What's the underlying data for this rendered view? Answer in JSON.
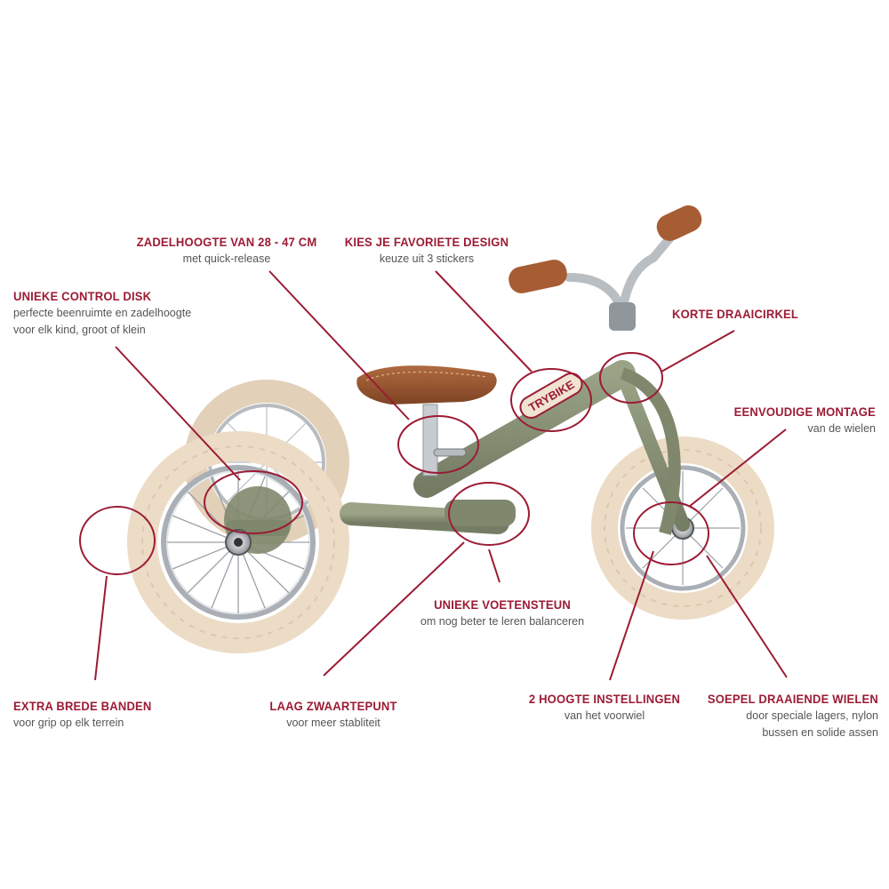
{
  "colors": {
    "accent": "#9c1b34",
    "frame": "#8a9378",
    "tire": "#ead9c3",
    "saddle": "#9b5a33",
    "chrome": "#c8ccd0"
  },
  "brand_sticker": "TRYBIKE",
  "callouts": {
    "saddle_height": {
      "title": "ZADELHOOGTE VAN 28 - 47 CM",
      "desc": "met quick-release"
    },
    "design": {
      "title": "KIES JE FAVORIETE DESIGN",
      "desc": "keuze uit 3 stickers"
    },
    "control_disk": {
      "title": "UNIEKE CONTROL DISK",
      "desc": [
        "perfecte beenruimte en zadelhoogte",
        "voor elk kind, groot of klein"
      ]
    },
    "turning_circle": {
      "title": "KORTE DRAAICIRKEL"
    },
    "easy_mount": {
      "title": "EENVOUDIGE MONTAGE",
      "desc": "van de wielen"
    },
    "footrest": {
      "title": "UNIEKE VOETENSTEUN",
      "desc": "om nog beter te leren balanceren"
    },
    "wide_tires": {
      "title": "EXTRA BREDE BANDEN",
      "desc": "voor grip op elk terrein"
    },
    "low_gravity": {
      "title": "LAAG ZWAARTEPUNT",
      "desc": "voor meer stabliteit"
    },
    "height_settings": {
      "title": "2 HOOGTE INSTELLINGEN",
      "desc": "van het voorwiel"
    },
    "smooth_wheels": {
      "title": "SOEPEL DRAAIENDE WIELEN",
      "desc": [
        "door speciale lagers, nylon",
        "bussen en solide assen"
      ]
    }
  }
}
